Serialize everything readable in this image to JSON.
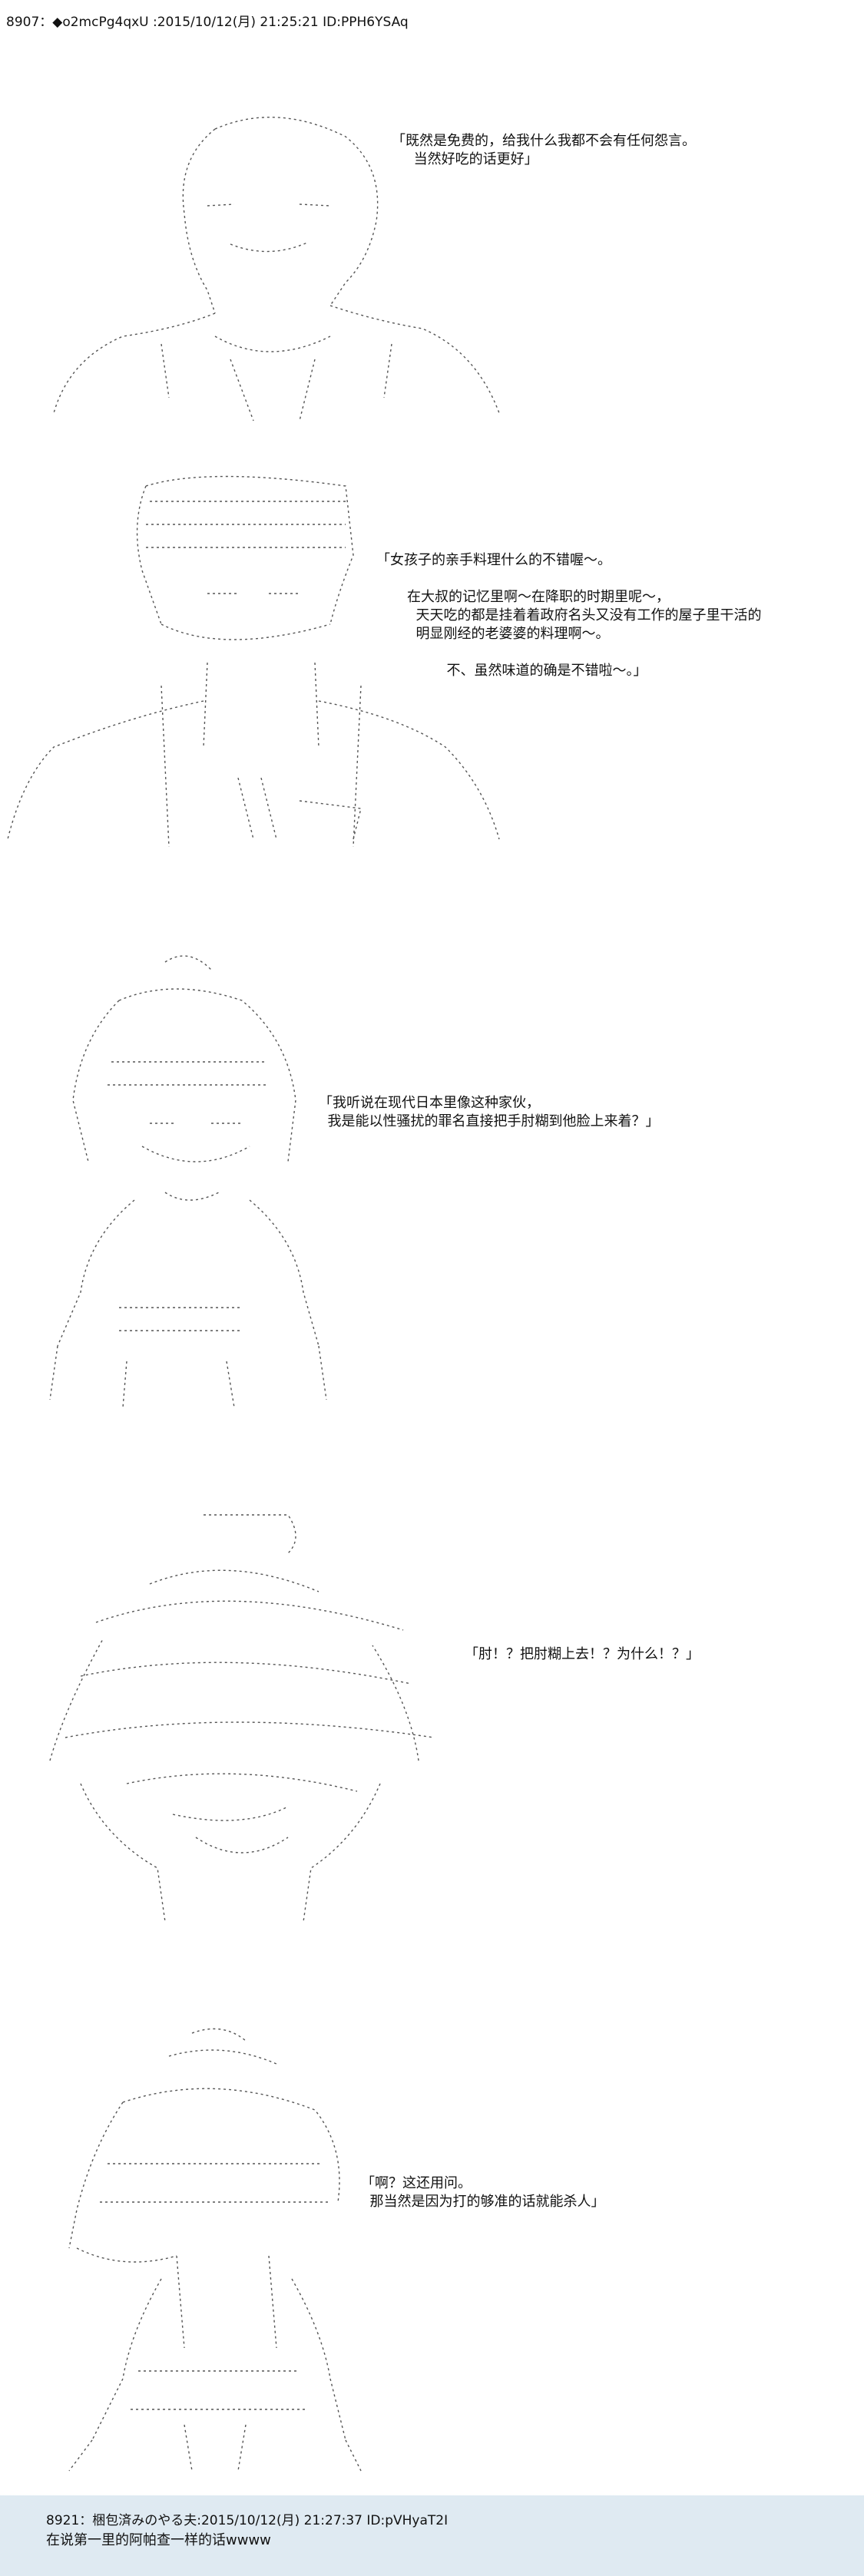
{
  "post1": {
    "header": "8907：◆o2mcPg4qxU :2015/10/12(月) 21:25:21 ID:PPH6YSAq"
  },
  "scenes": [
    {
      "dialogue": "「既然是免费的，给我什么我都不会有任何怨言。\n     当然好吃的话更好」"
    },
    {
      "dialogue": "「女孩子的亲手料理什么的不错喔～。\n\n       在大叔的记忆里啊～在降职的时期里呢～，\n         天天吃的都是挂着着政府名头又没有工作的屋子里干活的\n         明显刚经的老婆婆的料理啊～。\n\n                不、虽然味道的确是不错啦～。」"
    },
    {
      "dialogue": "「我听说在现代日本里像这种家伙，\n  我是能以性骚扰的罪名直接把手肘糊到他脸上来着？」"
    },
    {
      "dialogue": "「肘！？把肘糊上去！？为什么！？」"
    },
    {
      "dialogue": "「啊？这还用问。\n  那当然是因为打的够准的话就能杀人」"
    }
  ],
  "post2": {
    "header": "8921：梱包済みのやる夫:2015/10/12(月) 21:27:37 ID:pVHyaT2I",
    "body": "在说第一里的阿帕查一样的话wwww"
  }
}
